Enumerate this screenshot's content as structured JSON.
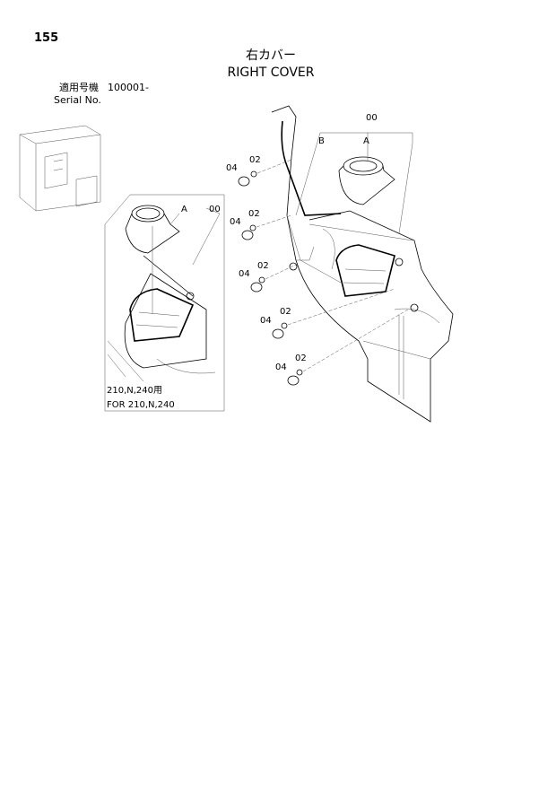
{
  "page": {
    "number": "155",
    "title_jp": "右カバー",
    "title_en": "RIGHT COVER",
    "serial_label_jp": "適用号機",
    "serial_value": "100001-",
    "serial_label_en": "Serial No."
  },
  "diagram": {
    "callouts_main": {
      "assembly": "00",
      "b": "B",
      "a": "A"
    },
    "fasteners": [
      {
        "cap": "04",
        "bolt": "02"
      },
      {
        "cap": "04",
        "bolt": "02"
      },
      {
        "cap": "04",
        "bolt": "02"
      },
      {
        "cap": "04",
        "bolt": "02"
      },
      {
        "cap": "04",
        "bolt": "02"
      }
    ],
    "inset": {
      "callout_a": "A",
      "callout_assembly": "00",
      "caption_jp": "210,N,240用",
      "caption_en": "FOR 210,N,240"
    }
  }
}
